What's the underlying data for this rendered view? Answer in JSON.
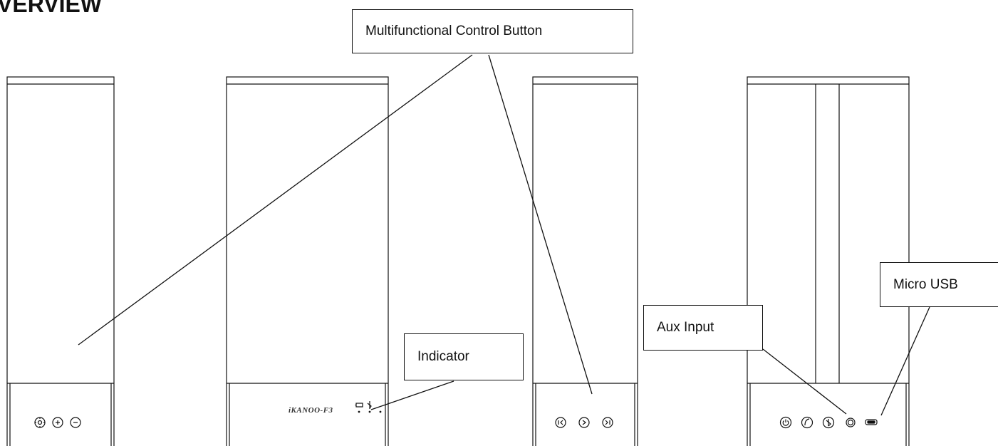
{
  "title": "VERVIEW",
  "callouts": {
    "multifunctional_control_button": "Multifunctional Control Button",
    "indicator": "Indicator",
    "aux_input": "Aux Input",
    "micro_usb": "Micro USB"
  },
  "brand_text": "iKANOO-F3",
  "icons": {
    "speaker_1": [
      "light-icon",
      "plus-icon",
      "minus-icon"
    ],
    "speaker_2": [
      "battery-icon",
      "bluetooth-icon"
    ],
    "speaker_3": [
      "previous-icon",
      "play-pause-icon",
      "next-icon"
    ],
    "speaker_4": [
      "power-icon",
      "phone-icon",
      "bluetooth-icon",
      "aux-jack-icon",
      "micro-usb-icon"
    ]
  },
  "colors": {
    "line": "#111111",
    "background": "#ffffff"
  }
}
